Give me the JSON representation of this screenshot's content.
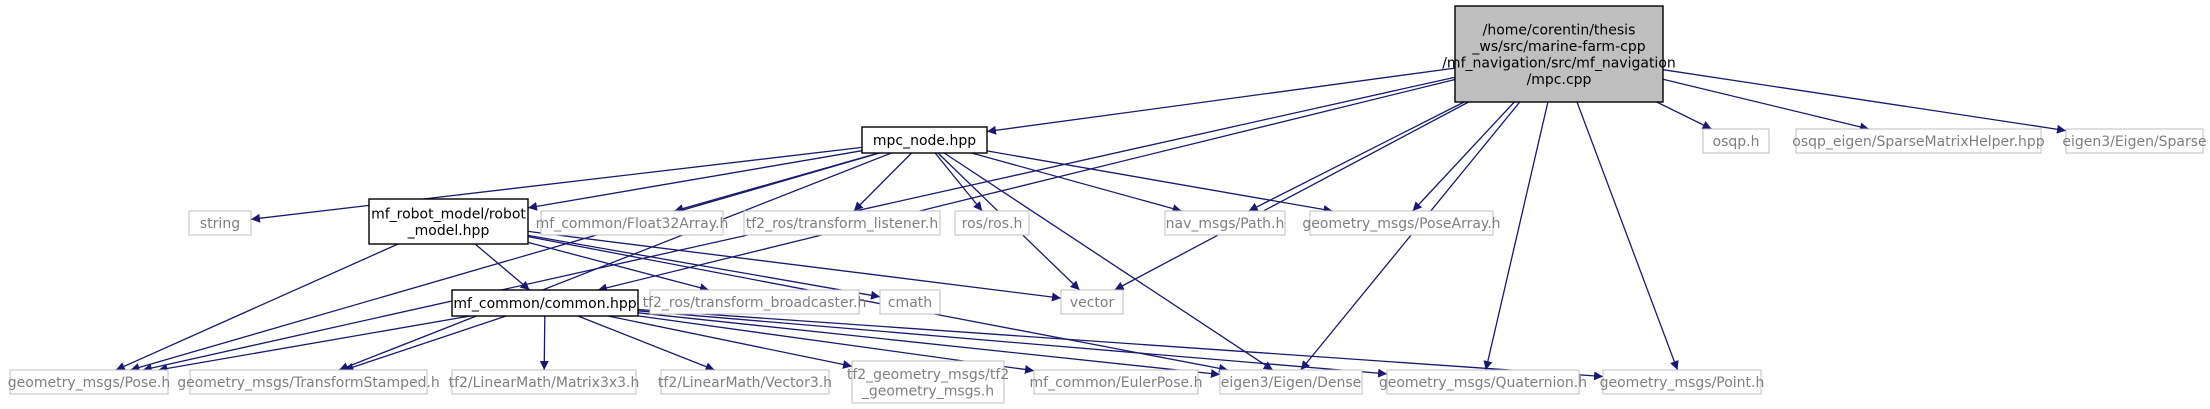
{
  "colors": {
    "edge": "#191970",
    "root_fill": "#bfbfbf",
    "node_fill": "#ffffff",
    "node_stroke": "#000000",
    "muted_stroke": "#bfbfbf",
    "muted_text": "#7f7f7f",
    "text": "#000000"
  },
  "nodes": [
    {
      "id": "mpc_cpp",
      "lines": [
        "/home/corentin/thesis",
        "_ws/src/marine-farm-cpp",
        "/mf_navigation/src/mf_navigation",
        "/mpc.cpp"
      ],
      "style": "root"
    },
    {
      "id": "mpc_node_hpp",
      "lines": [
        "mpc_node.hpp"
      ],
      "style": "normal"
    },
    {
      "id": "robot_model",
      "lines": [
        "mf_robot_model/robot",
        "_model.hpp"
      ],
      "style": "normal"
    },
    {
      "id": "common_hpp",
      "lines": [
        "mf_common/common.hpp"
      ],
      "style": "normal"
    },
    {
      "id": "string",
      "lines": [
        "string"
      ],
      "style": "muted"
    },
    {
      "id": "float32",
      "lines": [
        "mf_common/Float32Array.h"
      ],
      "style": "muted"
    },
    {
      "id": "tf_listener",
      "lines": [
        "tf2_ros/transform_listener.h"
      ],
      "style": "muted"
    },
    {
      "id": "ros_h",
      "lines": [
        "ros/ros.h"
      ],
      "style": "muted"
    },
    {
      "id": "nav_path",
      "lines": [
        "nav_msgs/Path.h"
      ],
      "style": "muted"
    },
    {
      "id": "pose_array",
      "lines": [
        "geometry_msgs/PoseArray.h"
      ],
      "style": "muted"
    },
    {
      "id": "osqp",
      "lines": [
        "osqp.h"
      ],
      "style": "muted"
    },
    {
      "id": "osqp_eigen",
      "lines": [
        "osqp_eigen/SparseMatrixHelper.hpp"
      ],
      "style": "muted"
    },
    {
      "id": "eigen_sparse",
      "lines": [
        "eigen3/Eigen/Sparse"
      ],
      "style": "muted"
    },
    {
      "id": "tf_broadcaster",
      "lines": [
        "tf2_ros/transform_broadcaster.h"
      ],
      "style": "muted"
    },
    {
      "id": "cmath",
      "lines": [
        "cmath"
      ],
      "style": "muted"
    },
    {
      "id": "vector",
      "lines": [
        "vector"
      ],
      "style": "muted"
    },
    {
      "id": "pose_h",
      "lines": [
        "geometry_msgs/Pose.h"
      ],
      "style": "muted"
    },
    {
      "id": "transform_stamped",
      "lines": [
        "geometry_msgs/TransformStamped.h"
      ],
      "style": "muted"
    },
    {
      "id": "matrix3x3",
      "lines": [
        "tf2/LinearMath/Matrix3x3.h"
      ],
      "style": "muted"
    },
    {
      "id": "vector3",
      "lines": [
        "tf2/LinearMath/Vector3.h"
      ],
      "style": "muted"
    },
    {
      "id": "tf2_geometry_msgs",
      "lines": [
        "tf2_geometry_msgs/tf2",
        "_geometry_msgs.h"
      ],
      "style": "muted"
    },
    {
      "id": "euler_pose",
      "lines": [
        "mf_common/EulerPose.h"
      ],
      "style": "muted"
    },
    {
      "id": "eigen_dense",
      "lines": [
        "eigen3/Eigen/Dense"
      ],
      "style": "muted"
    },
    {
      "id": "quaternion",
      "lines": [
        "geometry_msgs/Quaternion.h"
      ],
      "style": "muted"
    },
    {
      "id": "point_h",
      "lines": [
        "geometry_msgs/Point.h"
      ],
      "style": "muted"
    }
  ],
  "edges": [
    {
      "from": "mpc_cpp",
      "to": "mpc_node_hpp"
    },
    {
      "from": "mpc_cpp",
      "to": "pose_h"
    },
    {
      "from": "mpc_cpp",
      "to": "common_hpp"
    },
    {
      "from": "mpc_cpp",
      "to": "nav_path"
    },
    {
      "from": "mpc_cpp",
      "to": "pose_array"
    },
    {
      "from": "mpc_cpp",
      "to": "vector"
    },
    {
      "from": "mpc_cpp",
      "to": "eigen_dense"
    },
    {
      "from": "mpc_cpp",
      "to": "quaternion"
    },
    {
      "from": "mpc_cpp",
      "to": "point_h"
    },
    {
      "from": "mpc_cpp",
      "to": "osqp"
    },
    {
      "from": "mpc_cpp",
      "to": "osqp_eigen"
    },
    {
      "from": "mpc_cpp",
      "to": "eigen_sparse"
    },
    {
      "from": "mpc_node_hpp",
      "to": "string"
    },
    {
      "from": "mpc_node_hpp",
      "to": "robot_model"
    },
    {
      "from": "mpc_node_hpp",
      "to": "float32"
    },
    {
      "from": "mpc_node_hpp",
      "to": "tf_listener"
    },
    {
      "from": "mpc_node_hpp",
      "to": "ros_h"
    },
    {
      "from": "mpc_node_hpp",
      "to": "nav_path"
    },
    {
      "from": "mpc_node_hpp",
      "to": "pose_array"
    },
    {
      "from": "mpc_node_hpp",
      "to": "vector"
    },
    {
      "from": "mpc_node_hpp",
      "to": "eigen_dense"
    },
    {
      "from": "mpc_node_hpp",
      "to": "pose_h"
    },
    {
      "from": "mpc_node_hpp",
      "to": "transform_stamped"
    },
    {
      "from": "robot_model",
      "to": "common_hpp"
    },
    {
      "from": "robot_model",
      "to": "tf_broadcaster"
    },
    {
      "from": "robot_model",
      "to": "cmath"
    },
    {
      "from": "robot_model",
      "to": "vector"
    },
    {
      "from": "robot_model",
      "to": "eigen_dense"
    },
    {
      "from": "robot_model",
      "to": "pose_h"
    },
    {
      "from": "common_hpp",
      "to": "pose_h"
    },
    {
      "from": "common_hpp",
      "to": "transform_stamped"
    },
    {
      "from": "common_hpp",
      "to": "matrix3x3"
    },
    {
      "from": "common_hpp",
      "to": "vector3"
    },
    {
      "from": "common_hpp",
      "to": "tf2_geometry_msgs"
    },
    {
      "from": "common_hpp",
      "to": "euler_pose"
    },
    {
      "from": "common_hpp",
      "to": "eigen_dense"
    },
    {
      "from": "common_hpp",
      "to": "quaternion"
    },
    {
      "from": "common_hpp",
      "to": "point_h"
    }
  ]
}
